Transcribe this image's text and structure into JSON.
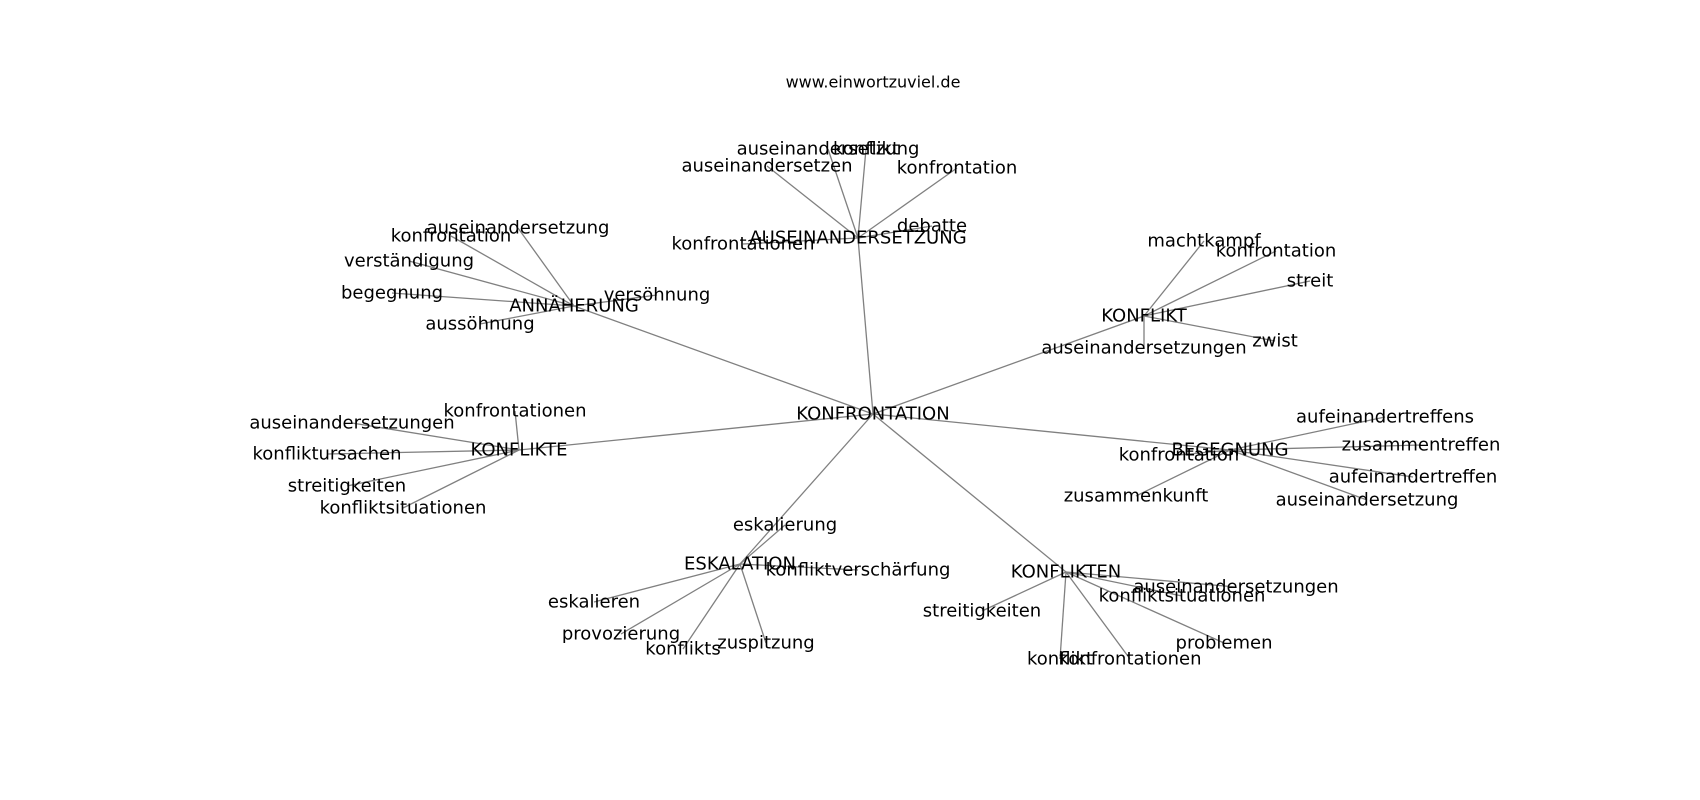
{
  "site": "www.einwortzuviel.de",
  "colors": {
    "edge": "#808080",
    "text": "#000000",
    "background": "#ffffff"
  },
  "graph": {
    "root": "KONFRONTATION",
    "clusters": [
      {
        "hub": "AUSEINANDERSETZUNG",
        "leaves": [
          "auseinandersetzung",
          "konflikt",
          "auseinandersetzen",
          "konfrontation",
          "debatte",
          "konfrontationen"
        ]
      },
      {
        "hub": "ANNÄHERUNG",
        "leaves": [
          "auseinandersetzung",
          "konfrontation",
          "verständigung",
          "begegnung",
          "aussöhnung",
          "versöhnung"
        ]
      },
      {
        "hub": "KONFLIKT",
        "leaves": [
          "machtkampf",
          "konfrontation",
          "streit",
          "zwist",
          "auseinandersetzungen"
        ]
      },
      {
        "hub": "KONFLIKTE",
        "leaves": [
          "konfrontationen",
          "auseinandersetzungen",
          "konfliktursachen",
          "streitigkeiten",
          "konfliktsituationen"
        ]
      },
      {
        "hub": "BEGEGNUNG",
        "leaves": [
          "aufeinandertreffens",
          "zusammentreffen",
          "aufeinandertreffen",
          "auseinandersetzung",
          "konfrontation",
          "zusammenkunft"
        ]
      },
      {
        "hub": "ESKALATION",
        "leaves": [
          "eskalierung",
          "konfliktverschärfung",
          "eskalieren",
          "provozierung",
          "konflikts",
          "zuspitzung"
        ]
      },
      {
        "hub": "KONFLIKTEN",
        "leaves": [
          "auseinandersetzungen",
          "konfliktsituationen",
          "streitigkeiten",
          "problemen",
          "konflikt",
          "konfrontationen"
        ]
      }
    ]
  }
}
